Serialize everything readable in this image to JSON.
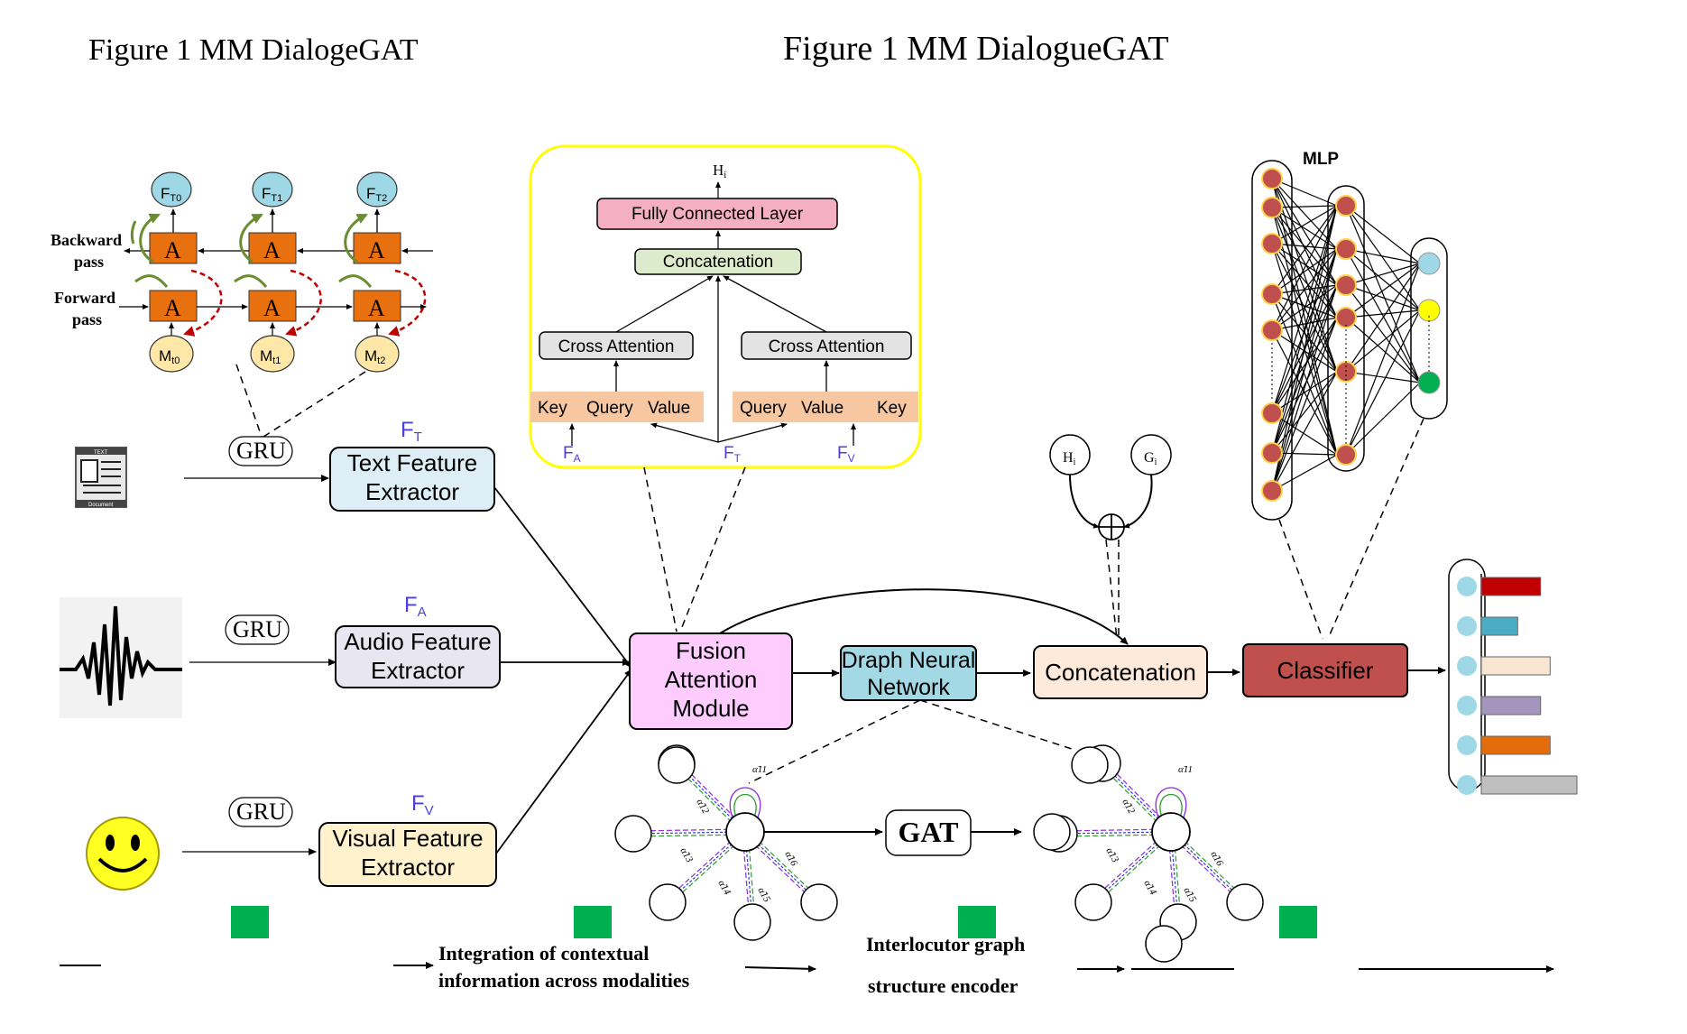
{
  "titles": {
    "left": "Figure 1  MM DialogeGAT",
    "right": "Figure 1 MM DialogueGAT"
  },
  "rnn": {
    "cell": "A",
    "backward_label": "Backward",
    "forward_label": "Forward",
    "pass_label": "pass",
    "f_base": "F",
    "f_subs": [
      "T0",
      "T1",
      "T2"
    ],
    "m_base": "M",
    "m_subs": [
      "t0",
      "t1",
      "t2"
    ]
  },
  "gru": "GRU",
  "extractors": {
    "text": [
      "Text Feature",
      "Extractor"
    ],
    "audio": [
      "Audio Feature",
      "Extractor"
    ],
    "visual": [
      "Visual Feature",
      "Extractor"
    ]
  },
  "features": {
    "ft_base": "F",
    "ft_sub": "T",
    "fa_base": "F",
    "fa_sub": "A",
    "fv_base": "F",
    "fv_sub": "V"
  },
  "doc_icon": {
    "top": "TEXT",
    "bottom": "Document"
  },
  "attention": {
    "hi": "H",
    "hi_sub": "i",
    "fc": "Fully Connected Layer",
    "concat": "Concatenation",
    "cross": "Cross Attention",
    "key": "Key",
    "query": "Query",
    "value": "Value"
  },
  "fusion": [
    "Fusion",
    "Attention",
    "Module"
  ],
  "gnn": [
    "Draph Neural",
    "Network"
  ],
  "concatenation": "Concatenation",
  "classifier": "Classifier",
  "hg": {
    "h": "H",
    "g": "G",
    "sub": "i"
  },
  "mlp": "MLP",
  "gat": "GAT",
  "alpha_labels": [
    "α̃11",
    "α̃12",
    "α̃13",
    "α̃14",
    "α̃15",
    "α̃16"
  ],
  "captions": {
    "integration": [
      "Integration of contextual",
      "information across modalities"
    ],
    "interlocutor": [
      "Interlocutor graph",
      "structure encoder"
    ]
  },
  "colors": {
    "orange_cell": "#E8700E",
    "light_blue": "#9ED8E6",
    "light_yellow": "#FFE7A8",
    "lavender": "#E8E6F0",
    "fusion_pink": "#FFCCFF",
    "gnn_blue": "#A3D9E4",
    "peach": "#FFEBDD",
    "classifier_red": "#C0504D",
    "fc_pink": "#F2A5B8",
    "concat_green": "#D8E8C8",
    "kqv_orange": "#F6C7A1",
    "green_marker": "#00B050",
    "feature_blue": "#4B3FE0",
    "yellow_border": "#FFFF00"
  },
  "chart_data": {
    "type": "bar",
    "categories": [
      "",
      "",
      "",
      "",
      "",
      ""
    ],
    "values": [
      0.62,
      0.38,
      0.72,
      0.62,
      0.72,
      1.0
    ],
    "bar_colors": [
      "#C00000",
      "#4BACC6",
      "#F8E5D2",
      "#A495BE",
      "#E46C0A",
      "#BFBFBF"
    ],
    "xlabel": "",
    "ylabel": ""
  }
}
